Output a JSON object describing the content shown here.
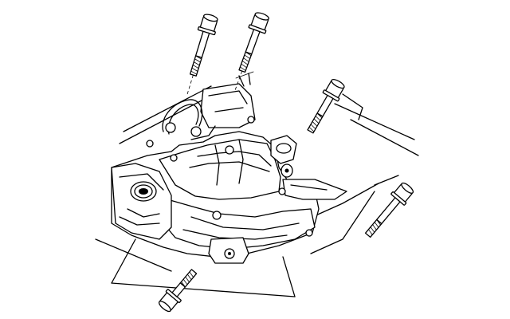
{
  "diagram": {
    "style": "line-art exploded view",
    "stroke_color": "#000000",
    "background_color": "#ffffff",
    "components": [
      {
        "name": "mount-bracket",
        "count": 1
      },
      {
        "name": "bolt",
        "count": 5
      },
      {
        "name": "wire-harness",
        "count": 1
      },
      {
        "name": "seal-ring",
        "count": 1
      }
    ]
  }
}
